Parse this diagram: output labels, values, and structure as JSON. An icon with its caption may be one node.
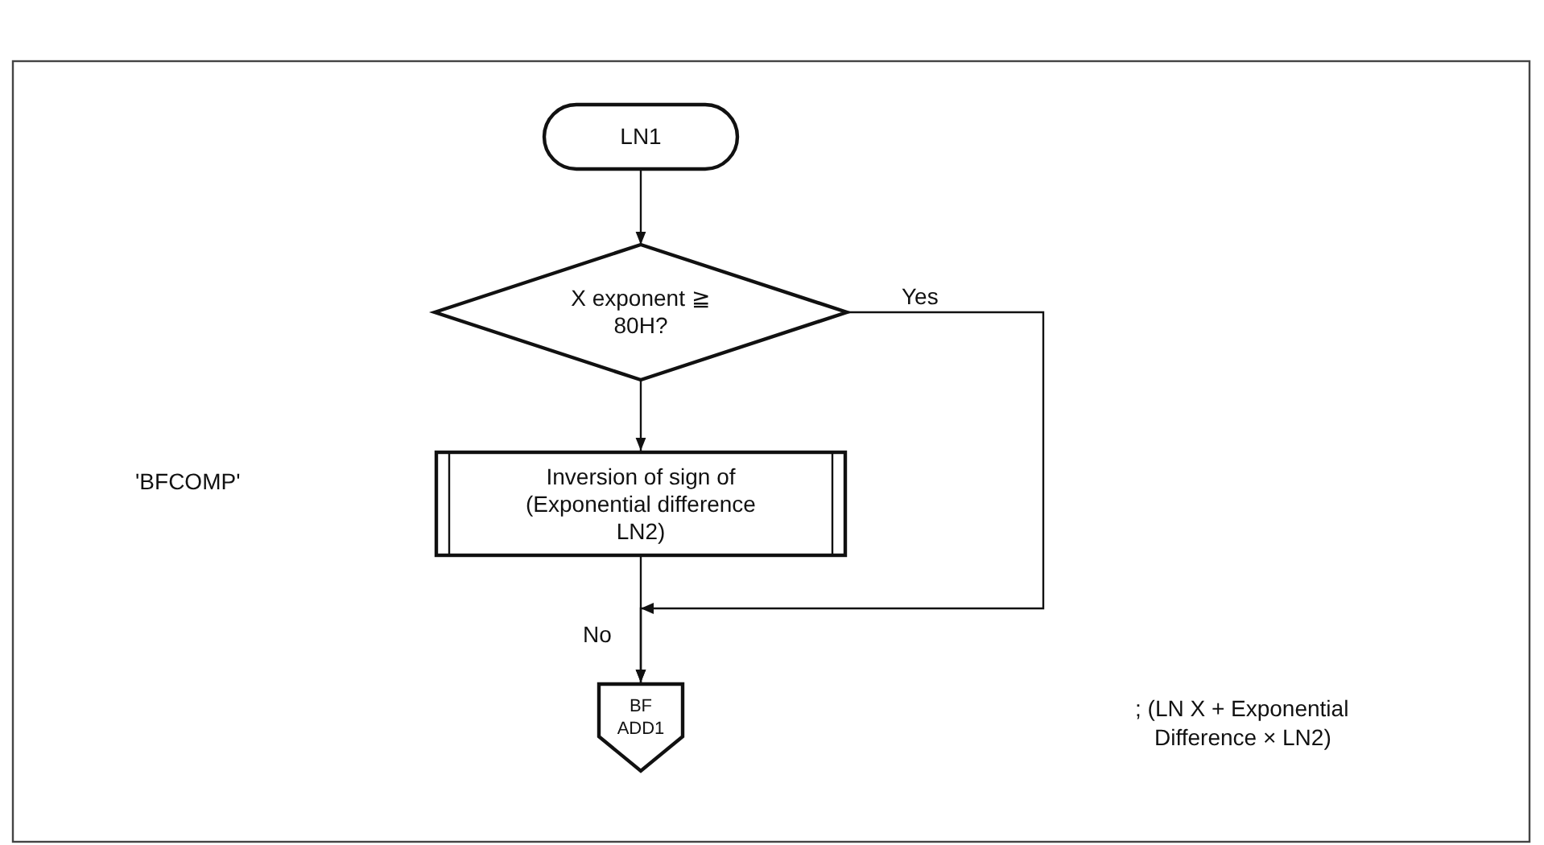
{
  "diagram": {
    "nodes": [
      {
        "text": [
          "LN1"
        ]
      },
      {
        "text": [
          "X exponent ≧ 80H?"
        ]
      },
      {
        "text": [
          "Inversion of sign of (Exponential difference LN2)"
        ]
      },
      {
        "text": [
          "BF ADD1"
        ]
      }
    ],
    "edges": [
      {
        "from": 0,
        "to": 1,
        "arrow": "to"
      },
      {
        "from": 1,
        "to": 2,
        "arrow": "to"
      },
      {
        "from": 2,
        "to": 3,
        "arrow": "to",
        "label": "No"
      },
      {
        "from": 1,
        "to": 3,
        "arrow": "to",
        "label": "Yes"
      }
    ],
    "labels": [
      "'BFCOMP'",
      "; (LN X + Exponential Difference × LN2)"
    ]
  }
}
